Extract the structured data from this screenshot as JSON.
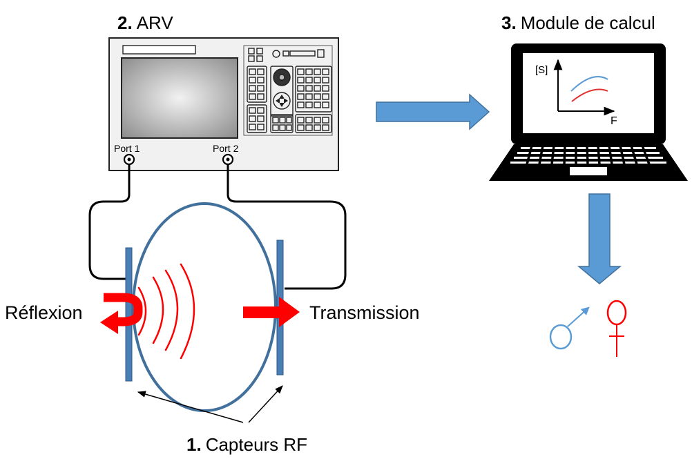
{
  "labels": {
    "arv": {
      "num": "2.",
      "text": "ARV"
    },
    "module": {
      "num": "3.",
      "text": "Module de calcul"
    },
    "capteurs": {
      "num": "1.",
      "text": "Capteurs RF"
    },
    "port1": "Port 1",
    "port2": "Port 2",
    "reflexion": "Réflexion",
    "transmission": "Transmission",
    "s_axis": "[S]",
    "f_axis": "F"
  },
  "colors": {
    "arrow_blue": "#5b9bd5",
    "ellipse_blue": "#41709c",
    "sensor_blue": "#4a7fb5",
    "wave_red": "#ff0000",
    "curve_blue": "#5b9bd5",
    "curve_red": "#e03030",
    "male_symbol": "#5b9bd5",
    "female_symbol": "#ff0000"
  },
  "icons": [
    "network-analyzer-icon",
    "laptop-icon",
    "male-symbol-icon",
    "female-symbol-icon"
  ]
}
